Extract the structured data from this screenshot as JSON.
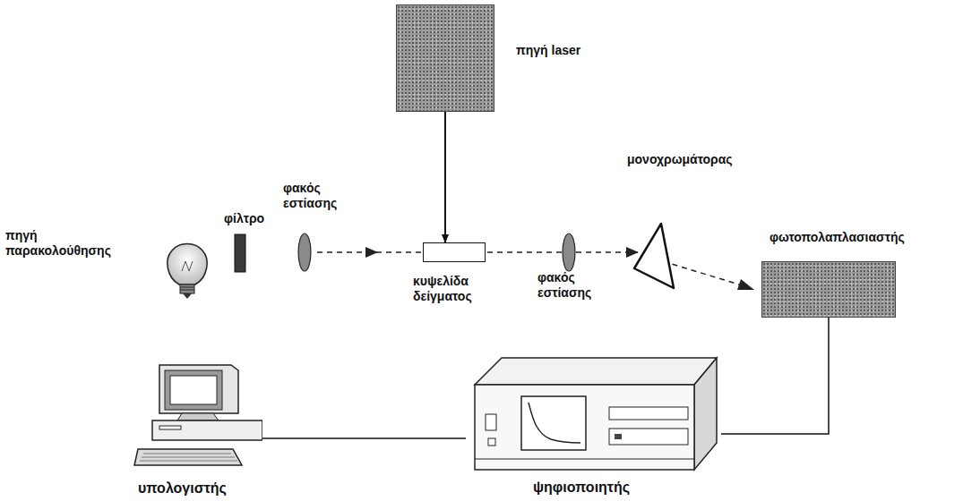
{
  "diagram": {
    "nodes": [
      {
        "text": [
          "πηγή laser"
        ]
      },
      {
        "text": [
          "κυψελίδα δείγματος"
        ]
      },
      {
        "text": [
          "φωτοπολαπλασιαστής"
        ]
      },
      {
        "text": [
          "ψηφιοποιητής"
        ]
      },
      {
        "text": [
          "υπολογιστής"
        ]
      }
    ],
    "edges": [
      {
        "from": 0,
        "to": 1,
        "arrow": "to"
      },
      {
        "from": 2,
        "to": 3,
        "arrow": "none"
      },
      {
        "from": 3,
        "to": 4,
        "arrow": "none"
      }
    ],
    "labels": [
      "πηγή παρακολούθησης",
      "φίλτρο",
      "φακός εστίασης",
      "φακός εστίασης",
      "μονοχρωμάτορας"
    ]
  }
}
